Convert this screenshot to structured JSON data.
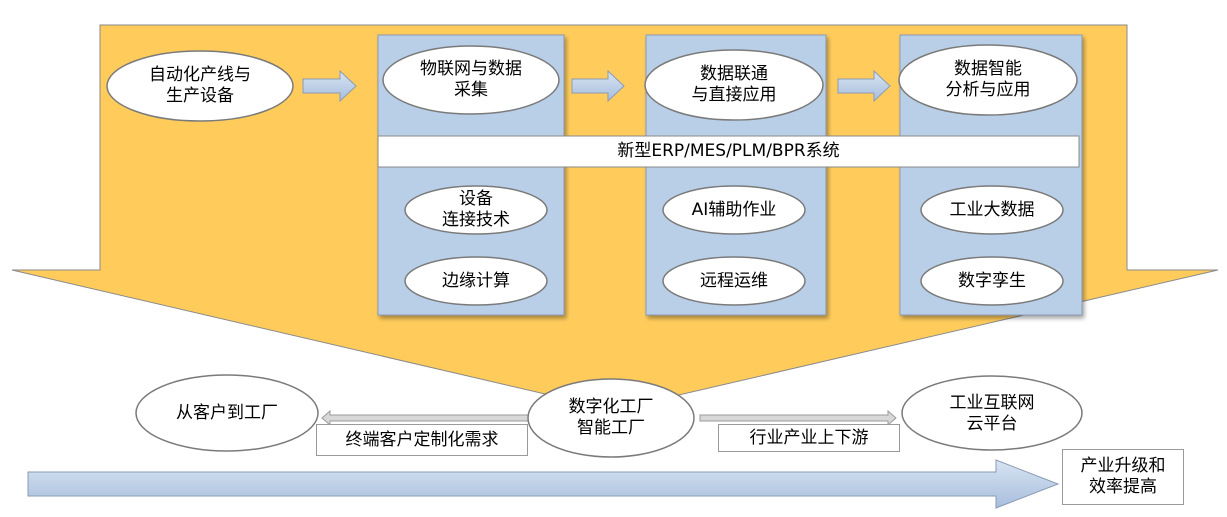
{
  "top_flow": [
    "自动化产线与\n生产设备",
    "物联网与数据\n采集",
    "数据联通\n与直接应用",
    "数据智能\n分析与应用"
  ],
  "system_bar": "新型ERP/MES/PLM/BPR系统",
  "column_items": {
    "col1": [
      "设备\n连接技术",
      "边缘计算"
    ],
    "col2": [
      "AI辅助作业",
      "远程运维"
    ],
    "col3": [
      "工业大数据",
      "数字孪生"
    ]
  },
  "bottom": {
    "left": "从客户到工厂",
    "center": "数字化工厂\n智能工厂",
    "right": "工业互联网\n云平台",
    "left_label": "终端客户定制化需求",
    "right_label": "行业产业上下游"
  },
  "upgrade": "产业升级和\n效率提高",
  "colors": {
    "yellow": "#FFCC5C",
    "blue": "#B9CFE8",
    "outline": "#7a7a7a"
  }
}
